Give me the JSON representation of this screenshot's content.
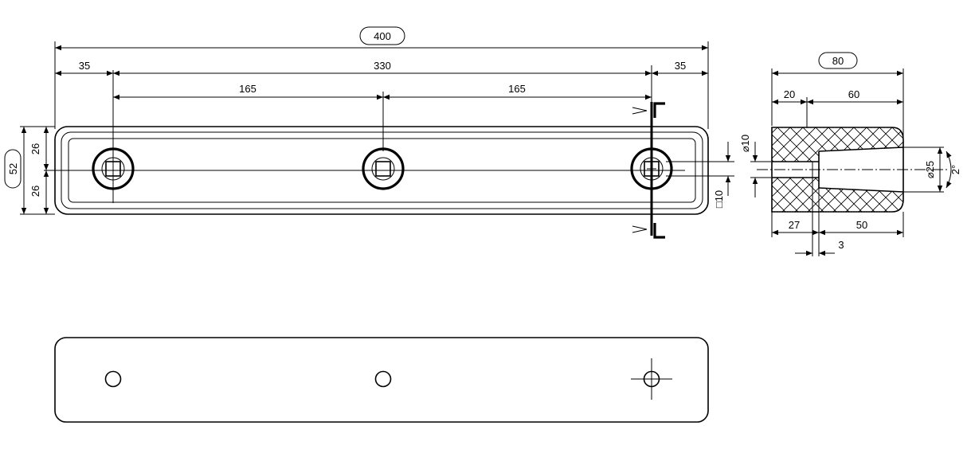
{
  "front_view": {
    "overall_length": "400",
    "edge_left": "35",
    "hole_span": "330",
    "edge_right": "35",
    "half_left": "165",
    "half_right": "165",
    "height": "52",
    "half_top": "26",
    "half_bottom": "26",
    "square_hole": "□10"
  },
  "side_view": {
    "overall": "80",
    "top_left": "20",
    "top_right": "60",
    "bore_diameter": "⌀10",
    "counterbore_diameter": "⌀25",
    "taper_angle": "2°",
    "bottom_left": "27",
    "bottom_right": "50",
    "step": "3"
  }
}
